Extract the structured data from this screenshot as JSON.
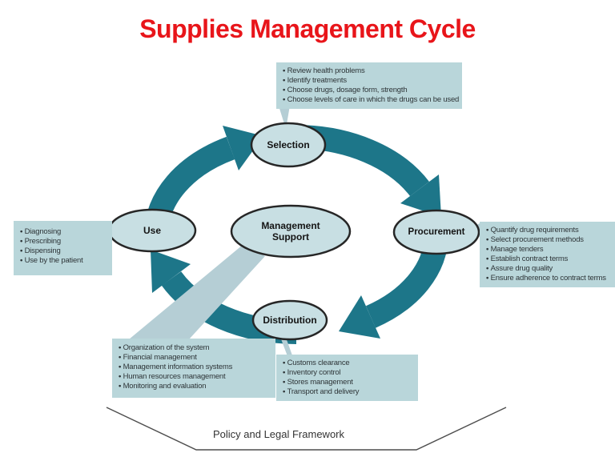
{
  "title": "Supplies Management Cycle",
  "colors": {
    "title_red": "#e8151a",
    "arrow_teal": "#1d7689",
    "leader": "#b5ced5",
    "box_fill": "#b9d6da",
    "ellipse_fill": "#c8dfe3",
    "ellipse_stroke": "#262626",
    "text_dark": "#2e3538",
    "funnel_line": "#4d4d4d"
  },
  "nodes": {
    "selection": {
      "label": "Selection",
      "items": [
        "Review health problems",
        "Identify treatments",
        "Choose drugs, dosage form, strength",
        "Choose levels of care in which the drugs can be used"
      ]
    },
    "procurement": {
      "label": "Procurement",
      "items": [
        "Quantify drug requirements",
        "Select procurement methods",
        "Manage tenders",
        "Establish contract terms",
        "Assure drug quality",
        "Ensure adherence to contract terms"
      ]
    },
    "distribution": {
      "label": "Distribution",
      "items": [
        "Customs clearance",
        "Inventory control",
        "Stores management",
        "Transport and delivery"
      ]
    },
    "use": {
      "label": "Use",
      "items": [
        "Diagnosing",
        "Prescribing",
        "Dispensing",
        "Use by the patient"
      ]
    },
    "management_support": {
      "label": "Management Support",
      "items": [
        "Organization of the system",
        "Financial management",
        "Management information systems",
        "Human resources management",
        "Monitoring and evaluation"
      ]
    }
  },
  "footer": {
    "label": "Policy and Legal Framework"
  }
}
